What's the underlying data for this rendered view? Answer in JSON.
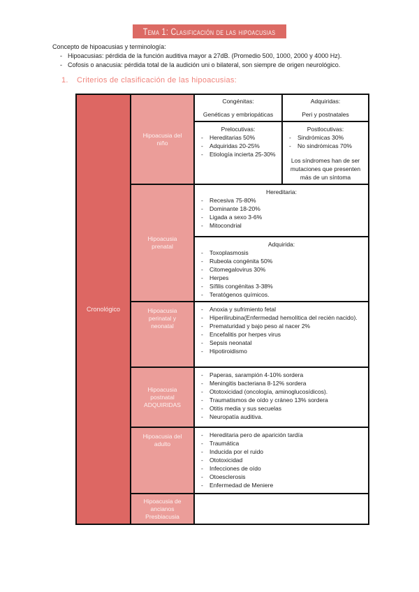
{
  "colors": {
    "banner_bg": "#dc6a64",
    "criterion_column_bg": "#dd6763",
    "label_column_bg": "#eb9d99",
    "section_heading_color": "#f0837b",
    "table_border": "#0d0d0d"
  },
  "document": {
    "title": "Tema 1: Clasificación de las hipoacusias",
    "intro_heading": "Concepto de hipoacusias y terminología:",
    "intro_bullets": [
      "Hipoacusias: pérdida de la función auditiva  mayor a 27dB. (Promedio 500, 1000, 2000 y 4000 Hz).",
      "Cofosis o anacusia: pérdida total de la audición uni o bilateral, son siempre de origen neurológico."
    ],
    "section_number": "1.",
    "section_heading": "Criterios de clasificación de las hipoacusias:"
  },
  "table": {
    "criterion_label": "Cronológico",
    "header": {
      "congenitas_title": "Congénitas:",
      "congenitas_subtitle": "Genéticas y embriopáticas",
      "adquiridas_title": "Adquiridas:",
      "adquiridas_subtitle": "Peri y postnatales"
    },
    "nino": {
      "label": "Hipoacusia del niño",
      "prelocutivas": {
        "title": "Prelocutivas:",
        "bullets": [
          "Hereditarias 50%",
          "Adquiridas 20-25%",
          "Etiología incierta 25-30%"
        ]
      },
      "postlocutivas": {
        "title": "Postlocutivas:",
        "bullets": [
          "Sindrómicas 30%",
          "No sindrómicas 70%"
        ],
        "note": "Los síndromes han de ser mutaciones que presenten más de un síntoma"
      }
    },
    "prenatal": {
      "label": "Hipoacusia prenatal",
      "hereditaria": {
        "title": "Hereditaria:",
        "bullets": [
          "Recesiva 75-80%",
          "Dominante 18-20%",
          "Ligada a sexo 3-6%",
          "Mitocondrial"
        ]
      },
      "adquirida": {
        "title": "Adquirida:",
        "bullets": [
          "Toxoplasmosis",
          "Rubeola congénita 50%",
          "Citomegalovirus 30%",
          "Herpes",
          "Sífilis congénitas 3-38%",
          "Teratógenos químicos."
        ]
      }
    },
    "perinatal": {
      "label": "Hipoacusia perinatal y neonatal",
      "bullets": [
        "Anoxia y sufrimiento fetal",
        "Hiperilirubina(Enfermedad hemolítica del recién nacido).",
        "Prematuridad y bajo peso al nacer 2%",
        "Encefalitis por herpes virus",
        "Sepsis neonatal",
        "Hipotiroidismo"
      ]
    },
    "postnatal": {
      "label": "Hipoacusia postnatal ADQUIRIDAS",
      "bullets": [
        "Paperas, sarampión 4-10% sordera",
        "Meningitis bacteriana 8-12% sordera",
        "Ototoxicidad (oncología, aminoglucosídicos).",
        "Traumatismos de oído y cráneo 13% sordera",
        "Otitis media y sus secuelas",
        "Neuropatía auditiva."
      ]
    },
    "adulto": {
      "label": "Hipoacusia del adulto",
      "bullets": [
        "Hereditaria pero de aparición tardía",
        "Traumática",
        "Inducida por el ruido",
        "Ototoxicidad",
        "Infecciones de oído",
        "Otoesclerosis",
        "Enfermedad de Meniere"
      ]
    },
    "ancianos": {
      "label": "Hipoacusia de ancianos Presbiacusia"
    }
  }
}
